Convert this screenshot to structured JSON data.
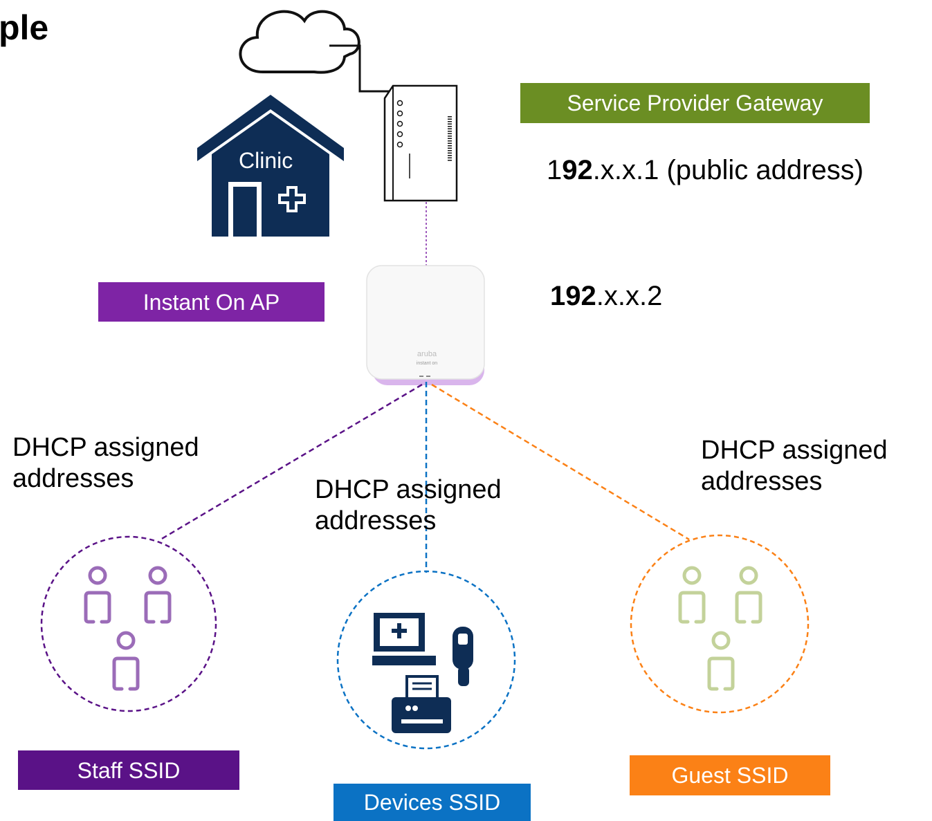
{
  "title": "ple",
  "clinic_label": "Clinic",
  "labels": {
    "gateway": "Service Provider Gateway",
    "ap": "Instant On AP",
    "staff": "Staff SSID",
    "devices": "Devices SSID",
    "guest": "Guest SSID"
  },
  "addresses": {
    "gateway_prefix": "1",
    "gateway_bold": "92",
    "gateway_rest": ".x.x.1 (public address)",
    "ap_bold": "192",
    "ap_rest": ".x.x.2"
  },
  "dhcp": {
    "staff": [
      "DHCP assigned",
      "addresses"
    ],
    "devices": [
      "DHCP assigned",
      "addresses"
    ],
    "guest": [
      "DHCP assigned",
      "addresses"
    ]
  },
  "ap_brand": [
    "aruba",
    "instant on"
  ],
  "colors": {
    "gateway_green": "#6b8e23",
    "ap_purple": "#7e24a5",
    "staff_purple": "#5a1287",
    "devices_blue": "#0b72c4",
    "guest_orange": "#fb8116",
    "navy": "#0e2d55",
    "staff_icon": "#9b6cb8",
    "guest_icon": "#c3d29a"
  }
}
